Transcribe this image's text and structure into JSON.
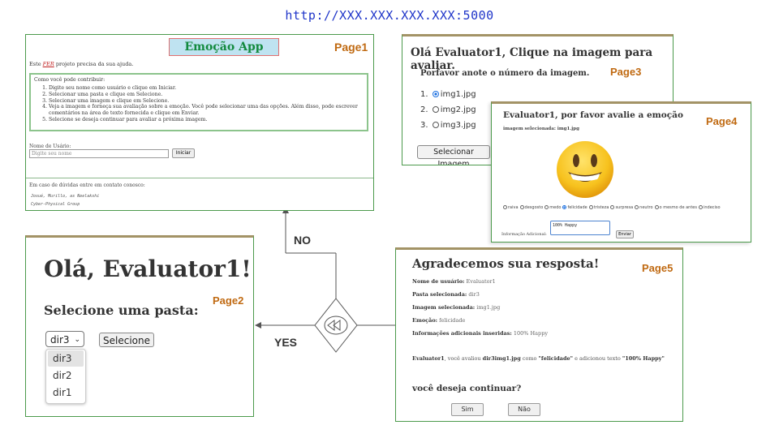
{
  "url": "http://XXX.XXX.XXX.XXX:5000",
  "flow": {
    "no": "NO",
    "yes": "YES"
  },
  "page1": {
    "label": "Page1",
    "title": "Emoção App",
    "help_pre": "Este ",
    "help_link": "FER",
    "help_post": " projeto precisa da sua ajuda.",
    "how_title": "Como você pode contribuir:",
    "steps": [
      "Digite seu nome como usuário e clique em Iniciar.",
      "Selecionar uma pasta e clique em Selecione.",
      "Selecionar uma imagem e clique em Selecione.",
      "Veja a imagem e forneça sua avaliação sobre a emoção. Você pode selecionar uma das opções. Além disso, pode escrever comentários na área de texto fornecida e clique em Enviar.",
      "Selecione se deseja continuar para avaliar a próxima imagem."
    ],
    "user_label": "Nome de Usário:",
    "user_placeholder": "Digite seu nome",
    "start_button": "Iniciar",
    "contact": "Em caso de dúvidas entre em contato conosco:",
    "authors": "Josué, Murillo, as Neelakshi",
    "group": "Cyber-Physical Group"
  },
  "page2": {
    "label": "Page2",
    "greeting": "Olá, Evaluator1!",
    "prompt": "Selecione uma pasta:",
    "selected": "dir3",
    "options": [
      "dir3",
      "dir2",
      "dir1"
    ],
    "button": "Selecione"
  },
  "page3": {
    "label": "Page3",
    "title": "Olá Evaluator1, Clique na imagem para avaliar.",
    "subtitle": "Porfavor anote o número da imagem.",
    "images": [
      {
        "num": "1.",
        "name": "img1.jpg",
        "checked": true
      },
      {
        "num": "2.",
        "name": "img2.jpg",
        "checked": false
      },
      {
        "num": "3.",
        "name": "img3.jpg",
        "checked": false
      }
    ],
    "button": "Selecionar Imagem"
  },
  "page4": {
    "label": "Page4",
    "title": "Evaluator1, por favor avalie a emoção",
    "selected_image": "imagem selecionada: img1.jpg",
    "emotions": [
      "raiva",
      "desgosto",
      "medo",
      "felicidade",
      "tristeza",
      "surpresa",
      "neutro",
      "o mesmo de antes",
      "indeciso"
    ],
    "selected_emotion": "felicidade",
    "additional_label": "Informação Adicional:",
    "textarea_value": "100% Happy",
    "send_button": "Enviar"
  },
  "page5": {
    "label": "Page5",
    "title": "Agradecemos sua resposta!",
    "rows": [
      {
        "key": "Nome de usuário:",
        "value": "Evaluator1"
      },
      {
        "key": "Pasta selecionada:",
        "value": "dir3"
      },
      {
        "key": "Imagem selecionada:",
        "value": "img1.jpg"
      },
      {
        "key": "Emoção:",
        "value": "felicidade"
      },
      {
        "key": "Informações adicionais inseridas:",
        "value": "100% Happy"
      }
    ],
    "summary": {
      "user": "Evaluator1",
      "t1": ", você avaliou ",
      "path": "dir3img1.jpg",
      "t2": " como ",
      "emotion": "\"felicidade\"",
      "t3": " e adicionou texto ",
      "text": "\"100% Happy\""
    },
    "question": "você deseja continuar?",
    "yes_button": "Sim",
    "no_button": "Não"
  },
  "colors": {
    "url": "#1f35c9",
    "page_label": "#c06a12",
    "panel_border": "#4c9a4c",
    "title_green": "#138a3e"
  }
}
